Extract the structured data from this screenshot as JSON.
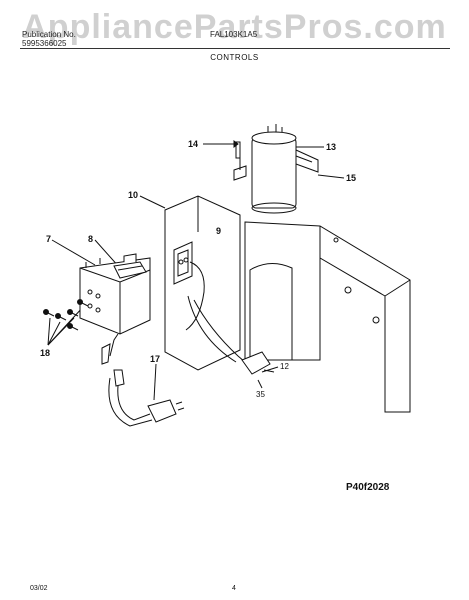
{
  "header": {
    "watermark": "AppliancePartsPros.com",
    "publication_label": "Publication No.",
    "publication_number": "5995366025",
    "model": "FAL103K1A5",
    "section": "CONTROLS"
  },
  "callouts": [
    "14",
    "13",
    "15",
    "10",
    "9",
    "7",
    "8",
    "18",
    "17",
    "12",
    "35"
  ],
  "drawing_number": "P40f2028",
  "footer": {
    "date": "03/02",
    "page": "4"
  }
}
